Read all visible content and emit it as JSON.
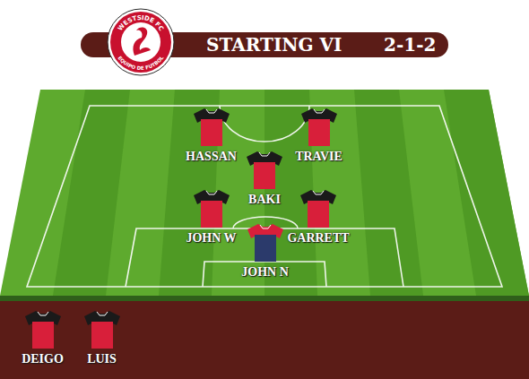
{
  "diagram": {
    "title": "STARTING VI",
    "nodes": [
      {
        "text": [
          "HASSAN"
        ]
      },
      {
        "text": [
          "TRAVIE"
        ]
      },
      {
        "text": [
          "BAKI"
        ]
      },
      {
        "text": [
          "JOHN W"
        ]
      },
      {
        "text": [
          "GARRETT"
        ]
      },
      {
        "text": [
          "JOHN N"
        ]
      },
      {
        "text": [
          "DEIGO"
        ]
      },
      {
        "text": [
          "LUIS"
        ]
      }
    ],
    "labels": [
      "2-1-2",
      "WESTSIDE FC",
      "EQUIPO DE FUTBOL"
    ]
  }
}
